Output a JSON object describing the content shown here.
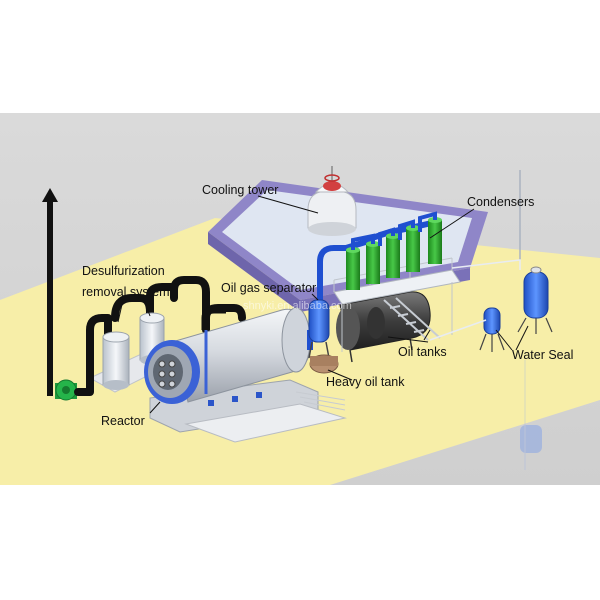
{
  "labels": {
    "cooling_tower": "Cooling tower",
    "condensers": "Condensers",
    "desulfurization_line1": "Desulfurization",
    "desulfurization_line2": "removal system",
    "oil_gas_separator": "Oil gas separator",
    "oil_tanks": "Oil tanks",
    "water_seal": "Water Seal",
    "heavy_oil_tank": "Heavy oil tank",
    "reactor": "Reactor"
  },
  "watermark": "shnyki.en.alibaba.com",
  "colors": {
    "sky": "#d4d4d4",
    "ground": "#f7eea8",
    "pool_frame": "#8f86c8",
    "pool_water": "#dfe6f2",
    "condenser_green": "#2aa52a",
    "pipe_blue": "#1f4fd0",
    "tank_blue": "#3a78e8",
    "reactor_body": "#d9dde3",
    "reactor_ring": "#3b62d6"
  }
}
